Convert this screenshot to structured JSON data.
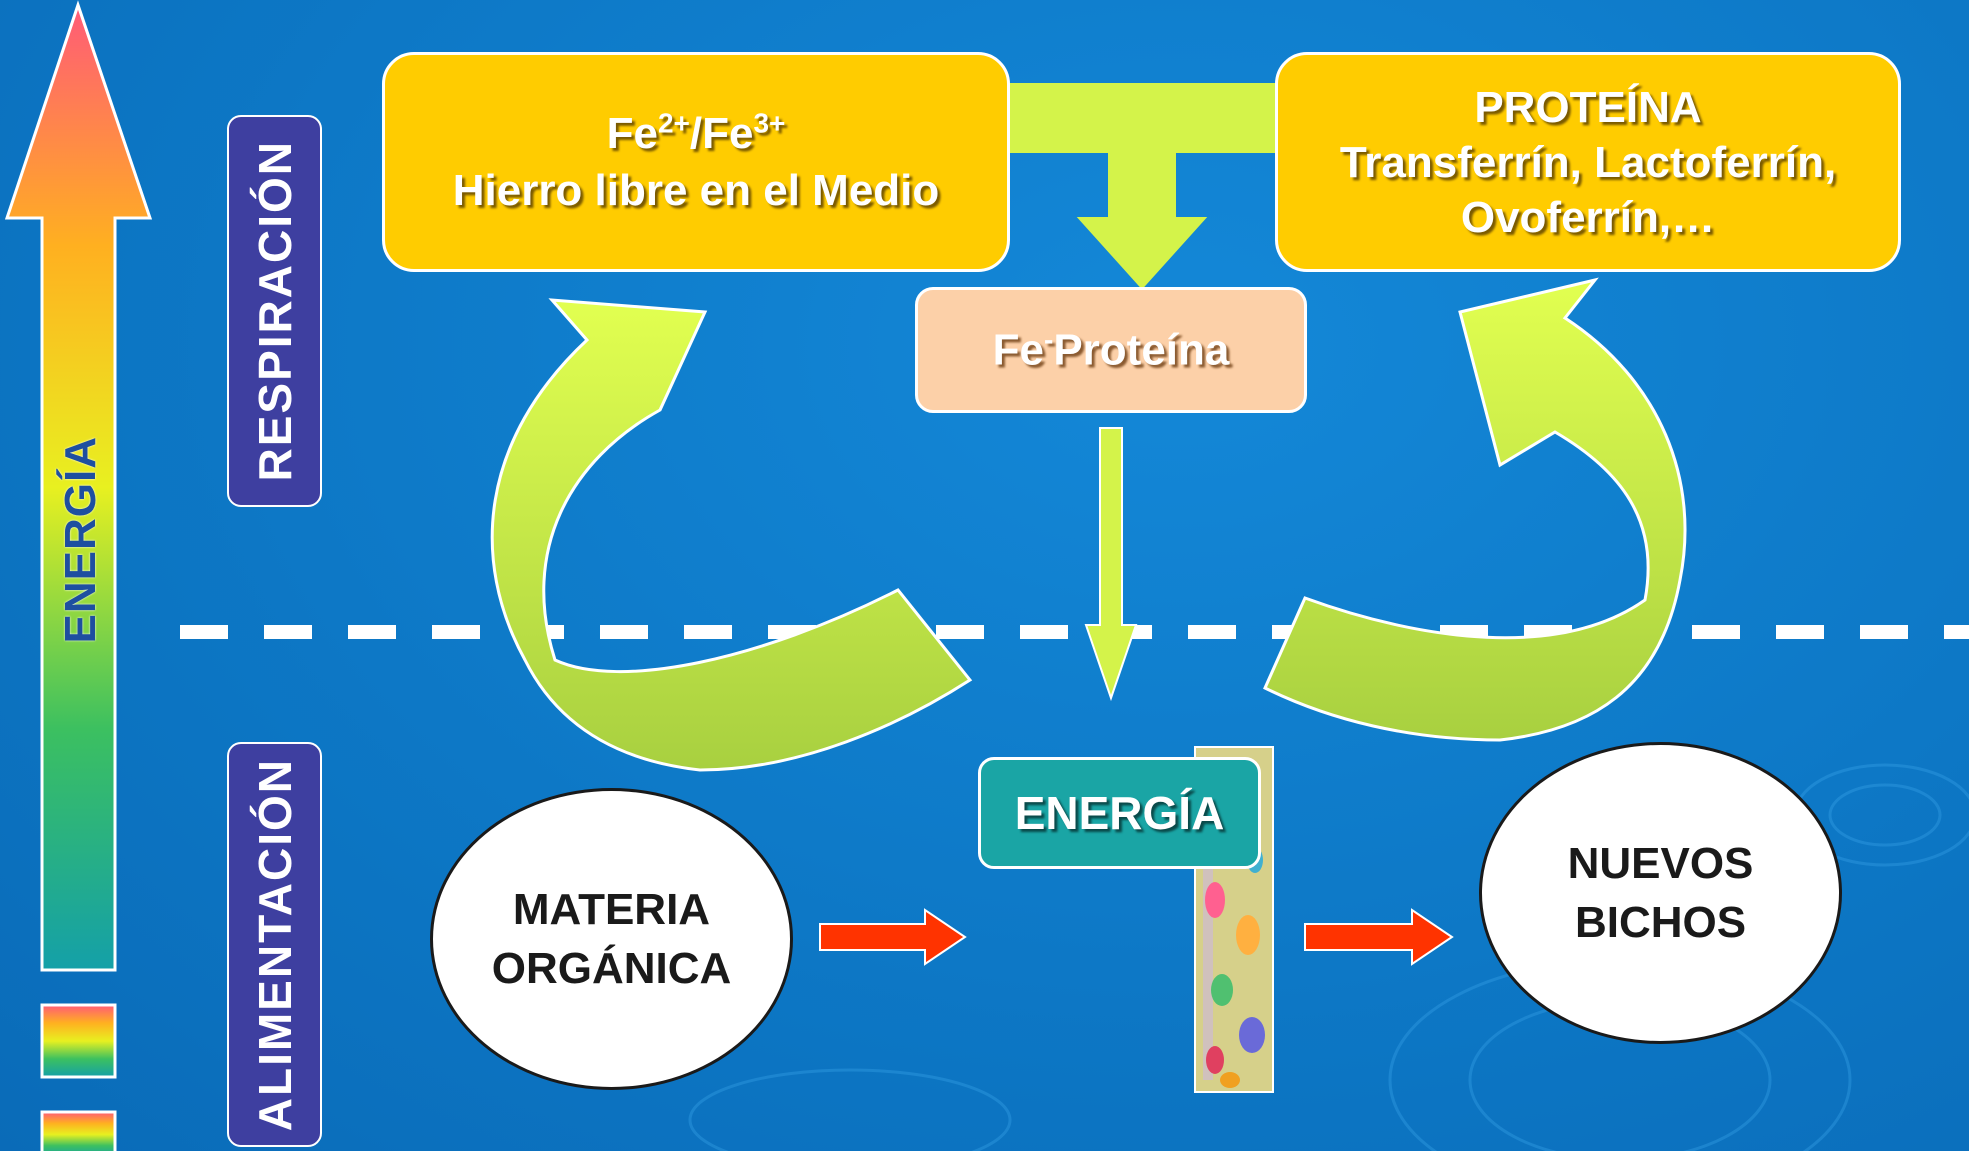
{
  "energy_axis": {
    "label": "ENERGÍA"
  },
  "zones": {
    "top_label": "RESPIRACIÓN",
    "bottom_label": "ALIMENTACIÓN"
  },
  "free_iron": {
    "ion_fe": "Fe",
    "ion_fe2_sup": "2+",
    "ion_sep": "/Fe",
    "ion_fe3_sup": "3+",
    "line2": "Hierro libre en el Medio"
  },
  "protein": {
    "line1": "PROTEÍNA",
    "line2": "Transferrín, Lactoferrín,",
    "line3": "Ovoferrín,…"
  },
  "fe_protein": {
    "fe": "Fe",
    "sup": "-",
    "rest": "Proteína"
  },
  "energy_box": {
    "label": "ENERGÍA"
  },
  "organic_matter": {
    "line1": "MATERIA",
    "line2": "ORGÁNICA"
  },
  "new_bugs": {
    "line1": "NUEVOS",
    "line2": "BICHOS"
  },
  "colors": {
    "background": "#0d78c6",
    "yellow_box": "#ffcc00",
    "arrow_green": "#d4f34a",
    "fe_protein_box": "#fcd0a8",
    "energy_box": "#1aa5a5",
    "label_box": "#3e3fa0",
    "red_arrow": "#ff3300",
    "dashed_line": "#ffffff"
  }
}
